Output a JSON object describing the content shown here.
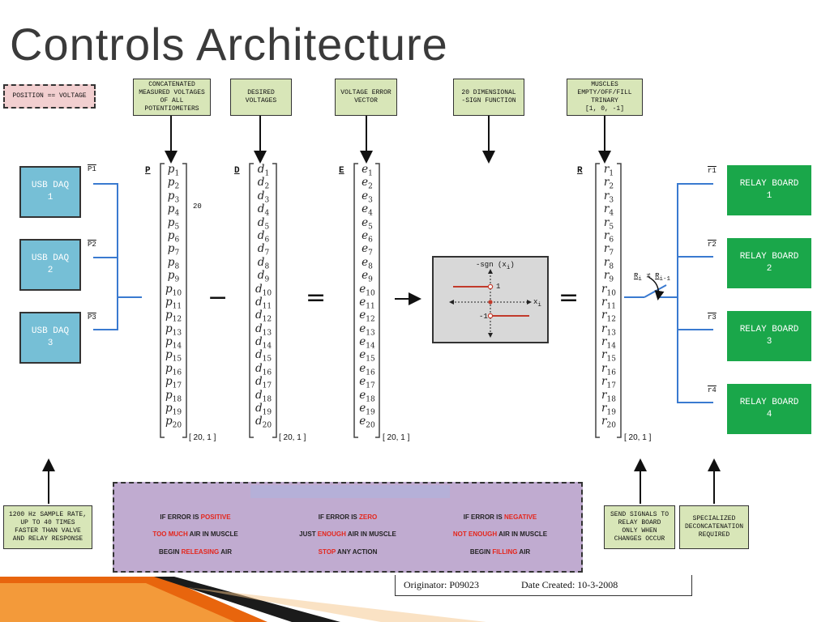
{
  "title": "Controls Architecture",
  "position_note": "POSITION == VOLTAGE",
  "top_labels": {
    "concat": "CONCATENATED\nMEASURED VOLTAGES\nOF ALL\nPOTENTIOMETERS",
    "desired": "DESIRED\nVOLTAGES",
    "error": "VOLTAGE ERROR\nVECTOR",
    "sign": "20 DIMENSIONAL\n-SIGN FUNCTION",
    "muscles": "MUSCLES\nEMPTY/OFF/FILL\nTRINARY\n[1, 0, -1]"
  },
  "daqs": [
    "USB DAQ\n1",
    "USB DAQ\n2",
    "USB DAQ\n3"
  ],
  "daq_signals": [
    "P1",
    "P2",
    "P3"
  ],
  "relays": [
    "RELAY BOARD\n1",
    "RELAY BOARD\n2",
    "RELAY BOARD\n3",
    "RELAY BOARD\n4"
  ],
  "relay_signals": [
    "r1",
    "r2",
    "r3",
    "r4"
  ],
  "vectors": {
    "P": {
      "label": "P",
      "sym": "p",
      "dim": "[ 20, 1 ]"
    },
    "D": {
      "label": "D",
      "sym": "d",
      "dim": "[ 20, 1 ]"
    },
    "E": {
      "label": "E",
      "sym": "e",
      "dim": "[ 20, 1 ]"
    },
    "R": {
      "label": "R",
      "sym": "r",
      "dim": "[ 20, 1 ]"
    }
  },
  "vector_length": 20,
  "side_note_20": "20",
  "operators": {
    "minus": "−",
    "equals": "=",
    "equals2": "="
  },
  "sign_plot": {
    "title": "-sgn (x",
    "title_sub": "i",
    "pos": "1",
    "neg": "-1",
    "xaxis": "x",
    "xaxis_sub": "i"
  },
  "switch_condition": {
    "left": "R",
    "left_sub": "i",
    "op": "≠",
    "right": "R",
    "right_sub": "i-1"
  },
  "conditions": {
    "positive": {
      "line1_pre": "IF ERROR IS ",
      "line1_hl": "POSITIVE",
      "line2_hl": "TOO MUCH",
      "line2_post": " AIR IN MUSCLE",
      "line3_pre": "BEGIN ",
      "line3_hl": "RELEASING",
      "line3_post": " AIR"
    },
    "zero": {
      "line1_pre": "IF ERROR IS ",
      "line1_hl": "ZERO",
      "line2_pre": "JUST ",
      "line2_hl": "ENOUGH",
      "line2_post": " AIR IN MUSCLE",
      "line3_hl": "STOP",
      "line3_post": " ANY ACTION"
    },
    "negative": {
      "line1_pre": "IF ERROR IS ",
      "line1_hl": "NEGATIVE",
      "line2_hl": "NOT ENOUGH",
      "line2_post": " AIR IN MUSCLE",
      "line3_pre": "BEGIN ",
      "line3_hl": "FILLING",
      "line3_post": " AIR"
    }
  },
  "bottom_notes": {
    "sample": "1200 Hz SAMPLE RATE,\nUP TO 40 TIMES\nFASTER THAN VALVE\nAND RELAY RESPONSE",
    "send": "SEND SIGNALS TO\nRELAY BOARD\nONLY WHEN\nCHANGES OCCUR",
    "deconcat": "SPECIALIZED\nDECONCATENATION\nREQUIRED"
  },
  "footer": {
    "originator": "Originator:  P09023",
    "date": "Date Created: 10-3-2008"
  },
  "colors": {
    "daq": "#76bfd6",
    "relay": "#1aa74a",
    "tag": "#d8e6b8",
    "wire": "#3a7ad0",
    "highlight": "#e4261c",
    "panel": "#c0abd0"
  }
}
